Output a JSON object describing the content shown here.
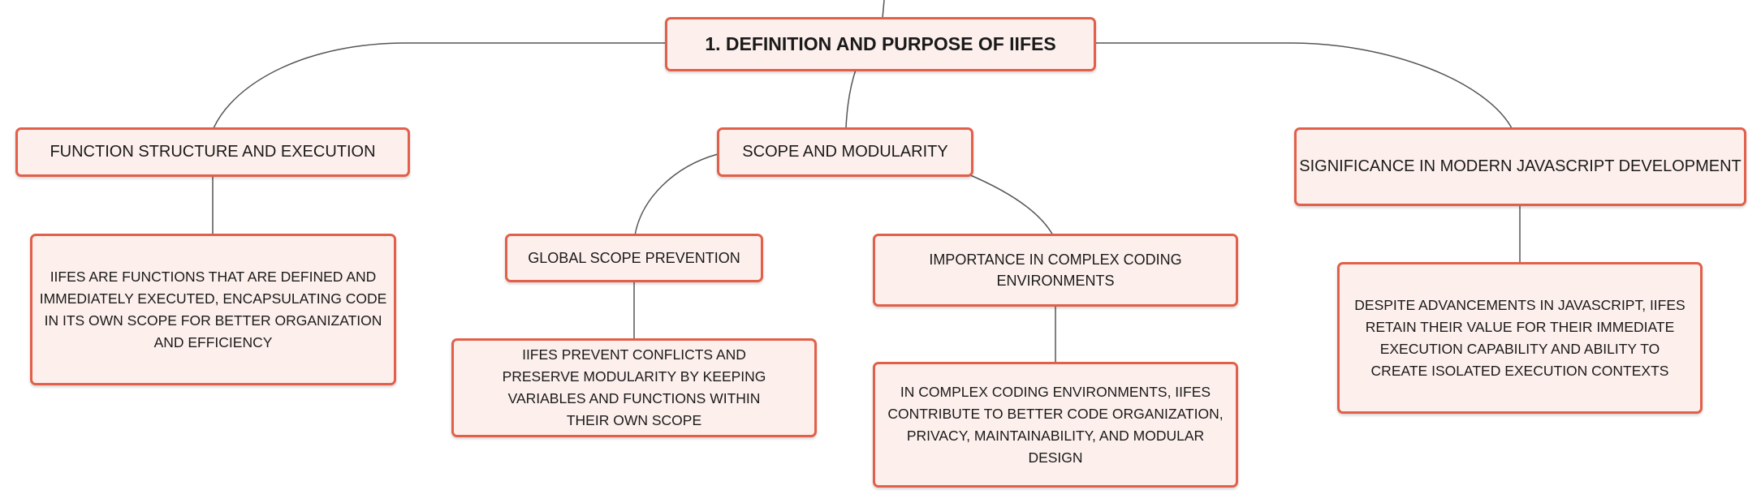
{
  "root": {
    "label": "1. DEFINITION AND PURPOSE OF IIFES"
  },
  "branches": [
    {
      "label": "FUNCTION STRUCTURE AND EXECUTION",
      "detail": "IIFES ARE FUNCTIONS THAT ARE DEFINED AND IMMEDIATELY EXECUTED, ENCAPSULATING CODE IN ITS OWN SCOPE FOR BETTER ORGANIZATION AND EFFICIENCY"
    },
    {
      "label": "SCOPE AND MODULARITY",
      "children": [
        {
          "label": "GLOBAL SCOPE PREVENTION",
          "detail": "IIFES PREVENT CONFLICTS AND PRESERVE MODULARITY BY KEEPING VARIABLES AND FUNCTIONS WITHIN THEIR OWN SCOPE"
        },
        {
          "label": "IMPORTANCE IN COMPLEX CODING ENVIRONMENTS",
          "detail": "IN COMPLEX CODING ENVIRONMENTS, IIFES CONTRIBUTE TO BETTER CODE ORGANIZATION, PRIVACY, MAINTAINABILITY, AND MODULAR DESIGN"
        }
      ]
    },
    {
      "label": "SIGNIFICANCE IN MODERN JAVASCRIPT DEVELOPMENT",
      "detail": "DESPITE ADVANCEMENTS IN JAVASCRIPT, IIFES RETAIN THEIR VALUE FOR THEIR IMMEDIATE EXECUTION CAPABILITY AND ABILITY TO CREATE ISOLATED EXECUTION CONTEXTS"
    }
  ],
  "colors": {
    "node_fill": "#fdf0ec",
    "node_border": "#e2604a",
    "connector": "#555555"
  }
}
